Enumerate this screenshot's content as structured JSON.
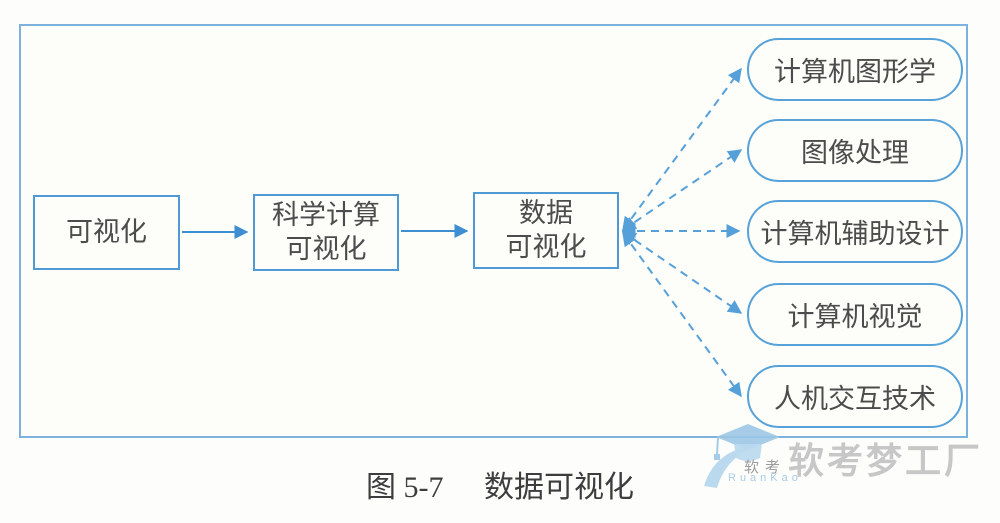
{
  "figure": {
    "caption_label": "图 5-7",
    "caption_title": "数据可视化"
  },
  "diagram": {
    "flow_nodes": [
      {
        "id": "visualization",
        "lines": [
          "可视化"
        ]
      },
      {
        "id": "scientific-computing-visualization",
        "lines": [
          "科学计算",
          "可视化"
        ]
      },
      {
        "id": "data-visualization",
        "lines": [
          "数据",
          "可视化"
        ]
      }
    ],
    "related_fields": [
      "计算机图形学",
      "图像处理",
      "计算机辅助设计",
      "计算机视觉",
      "人机交互技术"
    ],
    "colors": {
      "solid_arrow_blue": "#3d8ed2",
      "dashed_arrow_blue": "#55a0d8",
      "node_border_blue": "#4f9ad5",
      "pill_border_blue": "#56a2d9",
      "outer_border_blue": "#7cb2dd",
      "text_dark": "#4c4c4c",
      "watermark_gray": "#c7c7c7",
      "watermark_light_blue": "#aed2ec"
    }
  },
  "watermark": {
    "brand_text": "软考梦工厂",
    "logo_text": "软考",
    "logo_subtext": "RuanKao"
  }
}
